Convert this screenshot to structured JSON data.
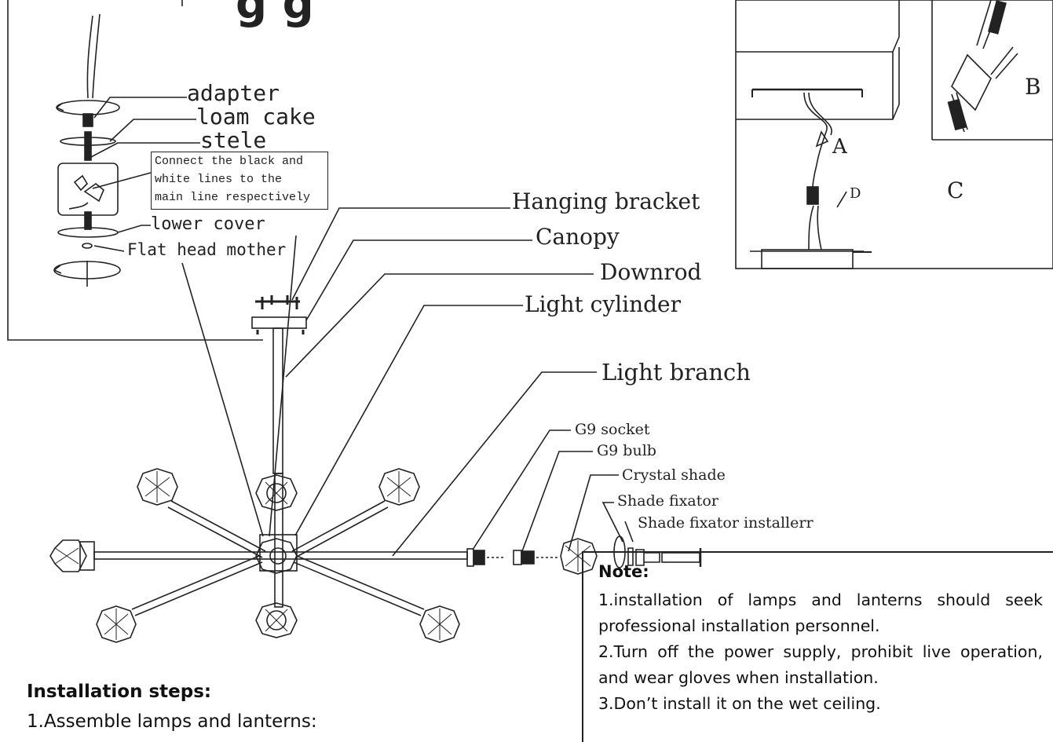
{
  "title_partial": "g            g",
  "detail_labels": {
    "adapter": "adapter",
    "loam_cake": "loam cake",
    "stele": "stele",
    "connect_note": [
      "Connect the black and",
      "white lines to the",
      "main line respectively"
    ],
    "lower_cover": "lower cover",
    "flat_head": "Flat head mother"
  },
  "part_labels": {
    "hanging_bracket": "Hanging bracket",
    "canopy": "Canopy",
    "downrod": "Downrod",
    "light_cylinder": "Light cylinder",
    "light_branch": "Light branch",
    "g9_socket": "G9 socket",
    "g9_bulb": "G9 bulb",
    "crystal_shade": "Crystal shade",
    "shade_fixator": "Shade fixator",
    "shade_fixator_installer": "Shade fixator installerr"
  },
  "wiring_labels": {
    "a": "A",
    "b": "B",
    "c": "C",
    "d": "D"
  },
  "note": {
    "heading": "Note:",
    "lines": [
      "1.installation of lamps and lanterns should seek professional installation personnel.",
      "2.Turn off the power supply, prohibit live operation, and wear gloves when installation.",
      "3.Don’t install it on the wet ceiling."
    ]
  },
  "steps": {
    "heading": "Installation steps:",
    "step1": "1.Assemble lamps and lanterns:"
  }
}
